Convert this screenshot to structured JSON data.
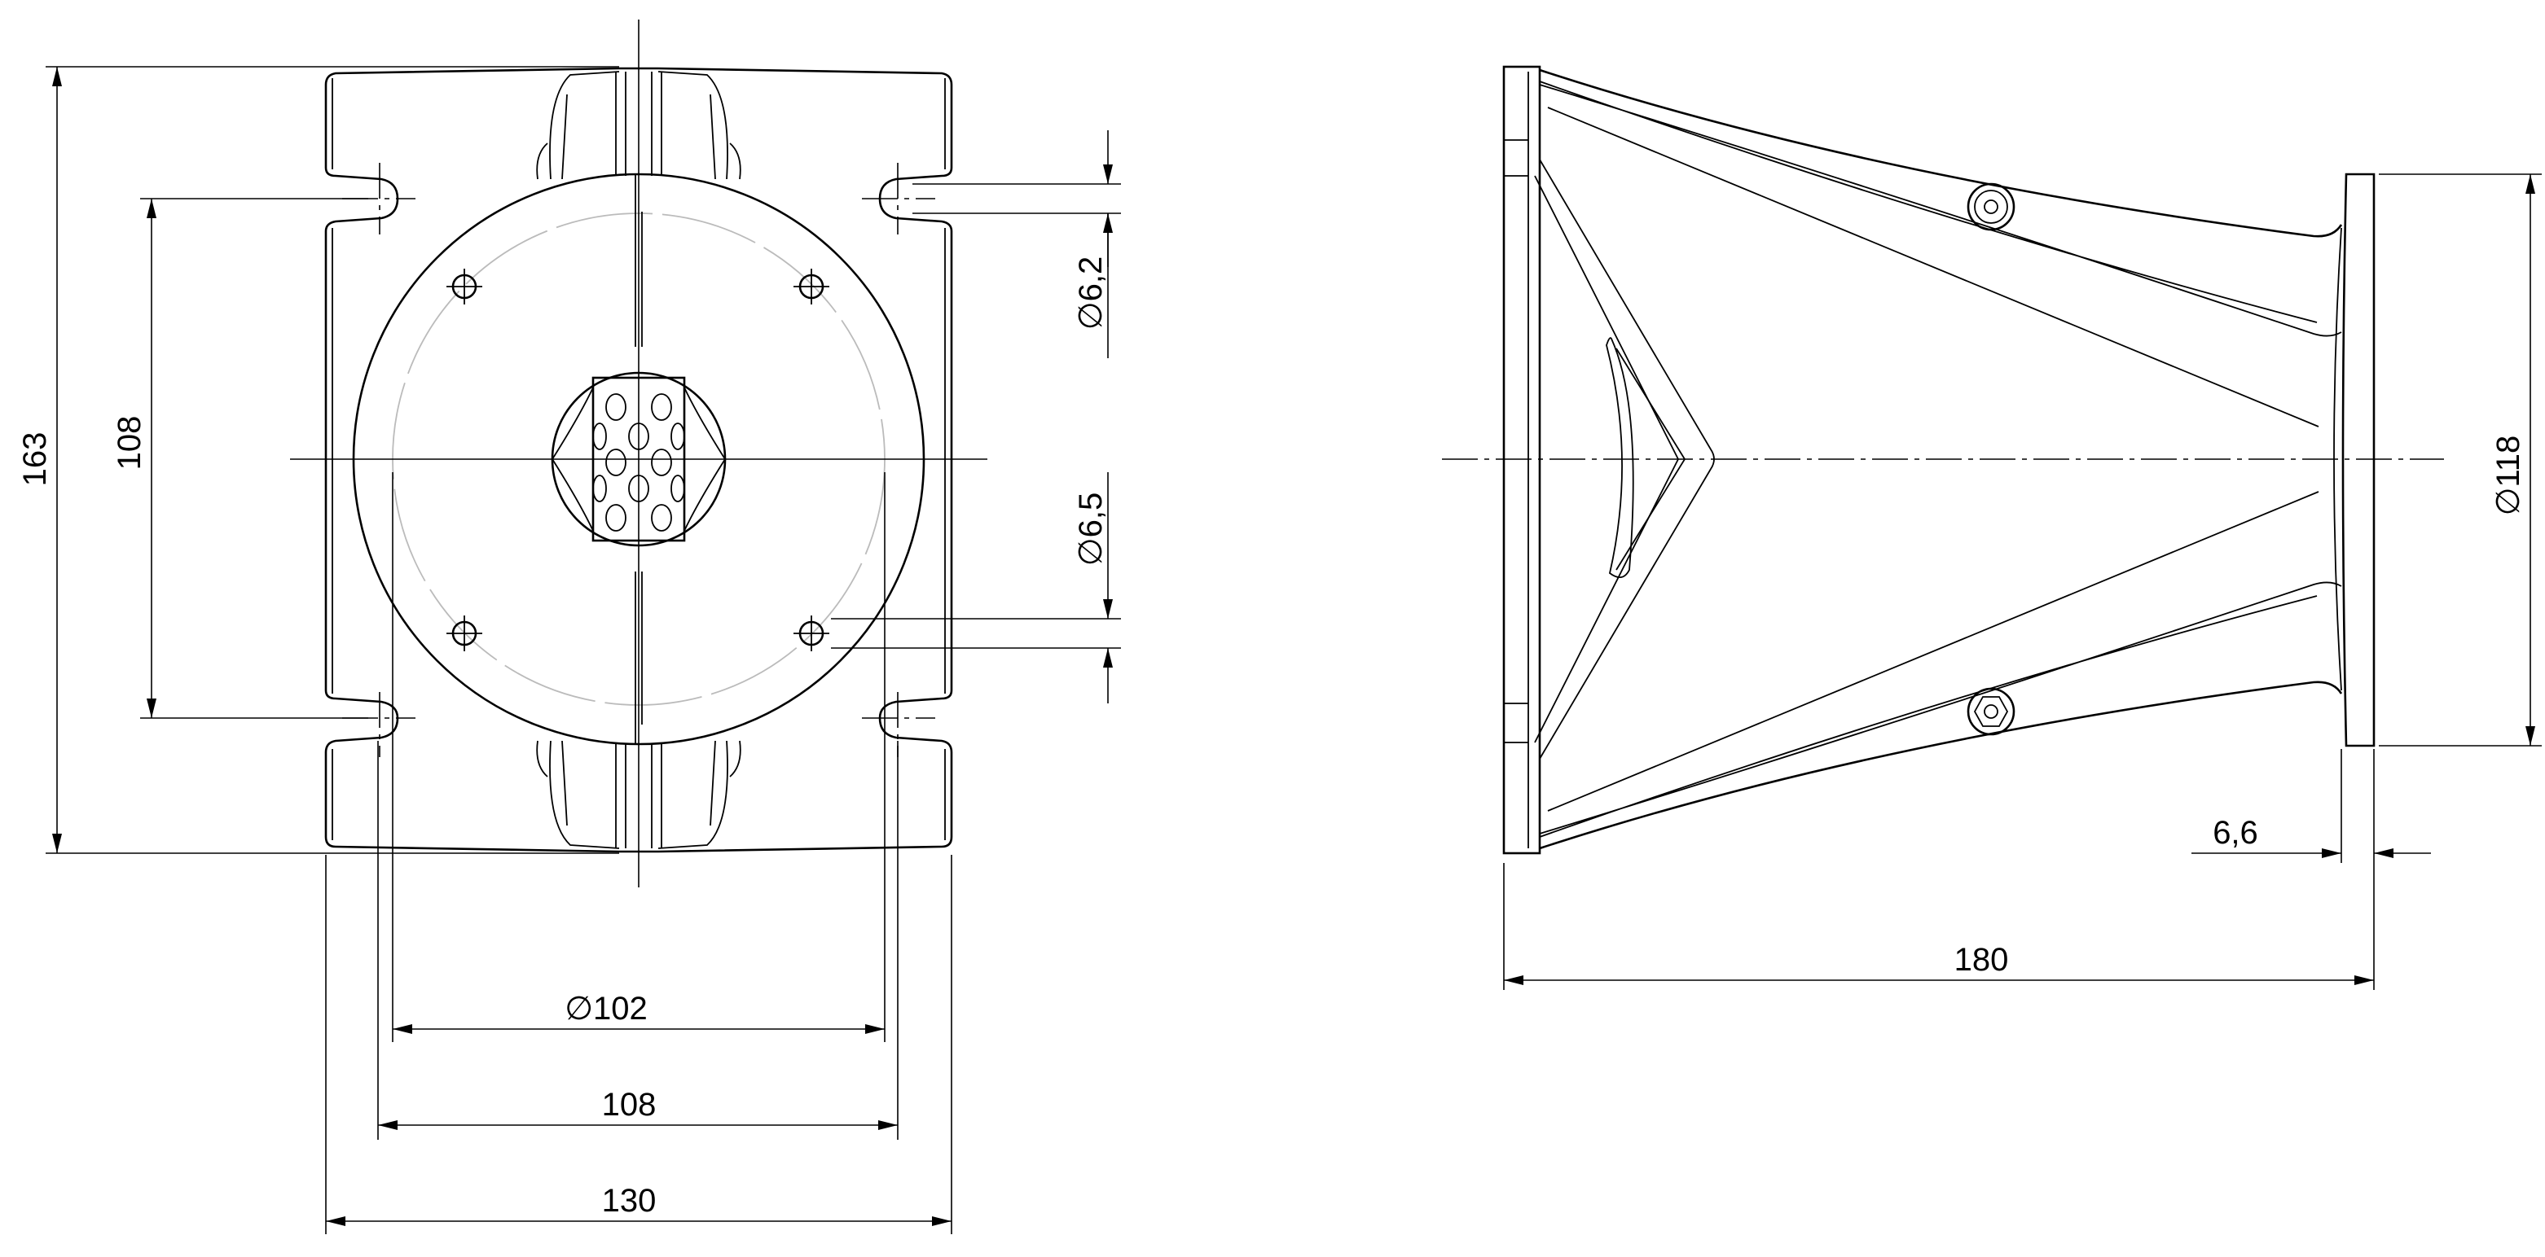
{
  "front_view": {
    "dimensions": {
      "height_overall": "163",
      "slot_spacing_vertical": "108",
      "bolt_circle": "∅102",
      "slot_spacing_horizontal": "108",
      "width_overall": "130",
      "slot_diameter": "∅6,2",
      "hole_diameter": "∅6,5"
    }
  },
  "side_view": {
    "dimensions": {
      "throat_flange_diameter": "∅118",
      "flange_thickness": "6,6",
      "length_overall": "180"
    }
  }
}
